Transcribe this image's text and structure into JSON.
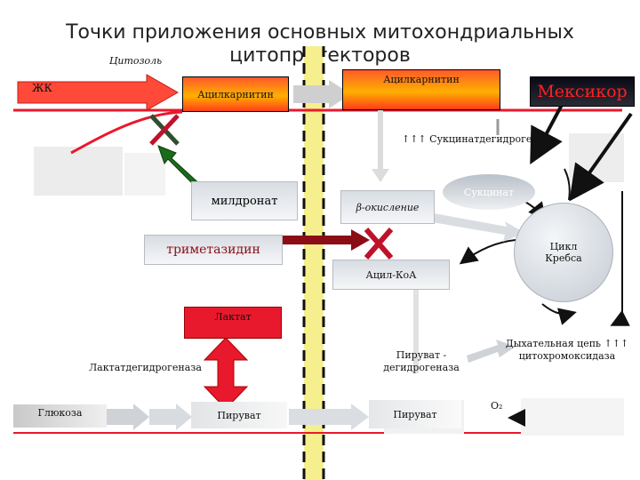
{
  "title": "Точки приложения основных митохондриальных цитопротекторов",
  "labels": {
    "cytosol": "Цитозоль",
    "fatty_acids": "ЖК",
    "acylcarnitine_left": "Ацилкарнитин",
    "acylcarnitine_right": "Ацилкарнитин",
    "mexicor": "Мексикор",
    "succinate_dh": "↑↑↑ Сукцинатдегидрогеназа",
    "succinate": "Сукцинат",
    "mildronate": "милдронат",
    "beta_oxidation": "β-окисление",
    "trimetazidine": "триметазидин",
    "krebs_cycle": "Цикл Кребса",
    "acyl_coa": "Ацил-КоА",
    "lactate": "Лактат",
    "lactate_dh": "Лактатдегидрогеназа",
    "pyruvate_dh": "Пируват - дегидрогеназа",
    "respiratory_chain": "Дыхательная цепь ↑↑↑ цитохромоксидаза",
    "glucose": "Глюкоза",
    "pyruvate_left": "Пируват",
    "pyruvate_right": "Пируват",
    "o2": "O₂"
  },
  "colors": {
    "membrane": "#f6ef8e",
    "red_arrow": "#e8192c",
    "dark_red_arrow": "#8b0d16",
    "green_arrow": "#1a6b1a",
    "x_mark_green": "#2f4f2f",
    "x_mark_red": "#c0112a",
    "enzyme_box": "#ff3d1a",
    "mexicor_text": "#ff2020"
  }
}
